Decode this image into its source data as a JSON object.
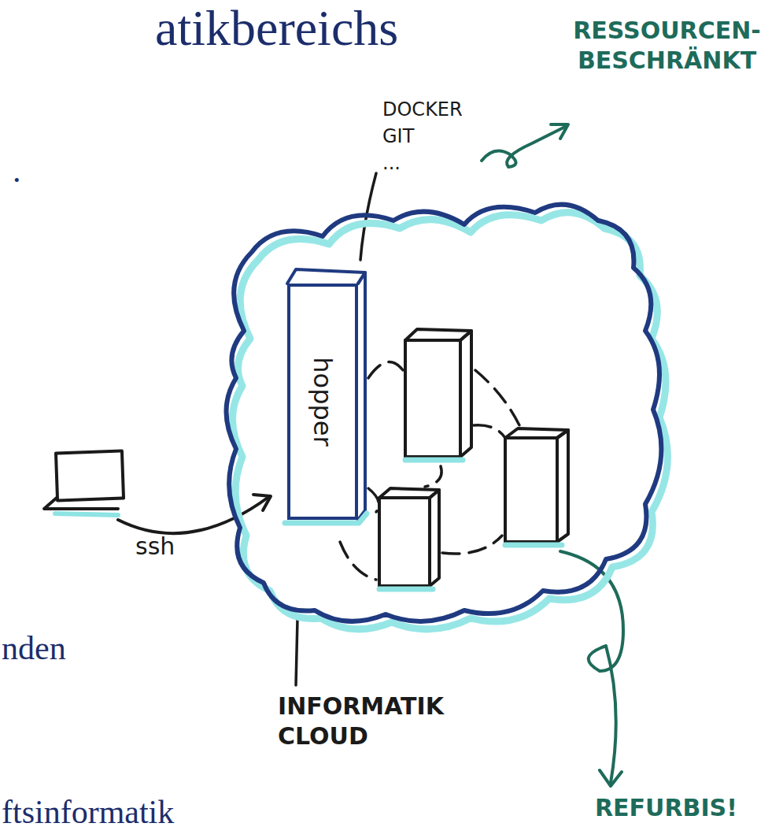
{
  "diagram": {
    "title": "atikbereichs",
    "nodes": [
      {
        "text": [
          "INFORMATIK CLOUD"
        ]
      },
      {
        "text": [
          "hopper"
        ],
        "in": 0
      }
    ],
    "labels": [
      ".",
      "RESSOURCEN- BESCHRÄNKT",
      "DOCKER GIT ...",
      "ssh",
      "nden",
      "ftsinformatik",
      "REFURBIS!"
    ]
  }
}
